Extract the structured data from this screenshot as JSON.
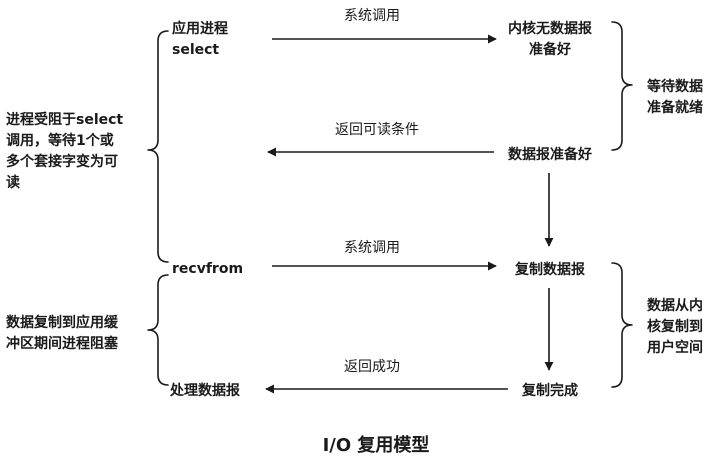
{
  "diagram": {
    "title": "I/O 复用模型",
    "left_top": "应用进程",
    "left_select": "select",
    "left_recvfrom": "recvfrom",
    "left_process": "处理数据报",
    "right_kernel_1": "内核无数据报",
    "right_kernel_2": "准备好",
    "right_ready": "数据报准备好",
    "right_copy": "复制数据报",
    "right_done": "复制完成",
    "arrow_syscall_1": "系统调用",
    "arrow_readable": "返回可读条件",
    "arrow_syscall_2": "系统调用",
    "arrow_success": "返回成功",
    "note_blocked_select": [
      "进程受阻于select",
      "调用，等待1个或",
      "多个套接字变为可",
      "读"
    ],
    "note_blocked_copy": [
      "数据复制到应用缓",
      "冲区期间进程阻塞"
    ],
    "note_wait_data": [
      "等待数据",
      "准备就绪"
    ],
    "note_copy_kernel": [
      "数据从内",
      "核复制到",
      "用户空间"
    ]
  }
}
